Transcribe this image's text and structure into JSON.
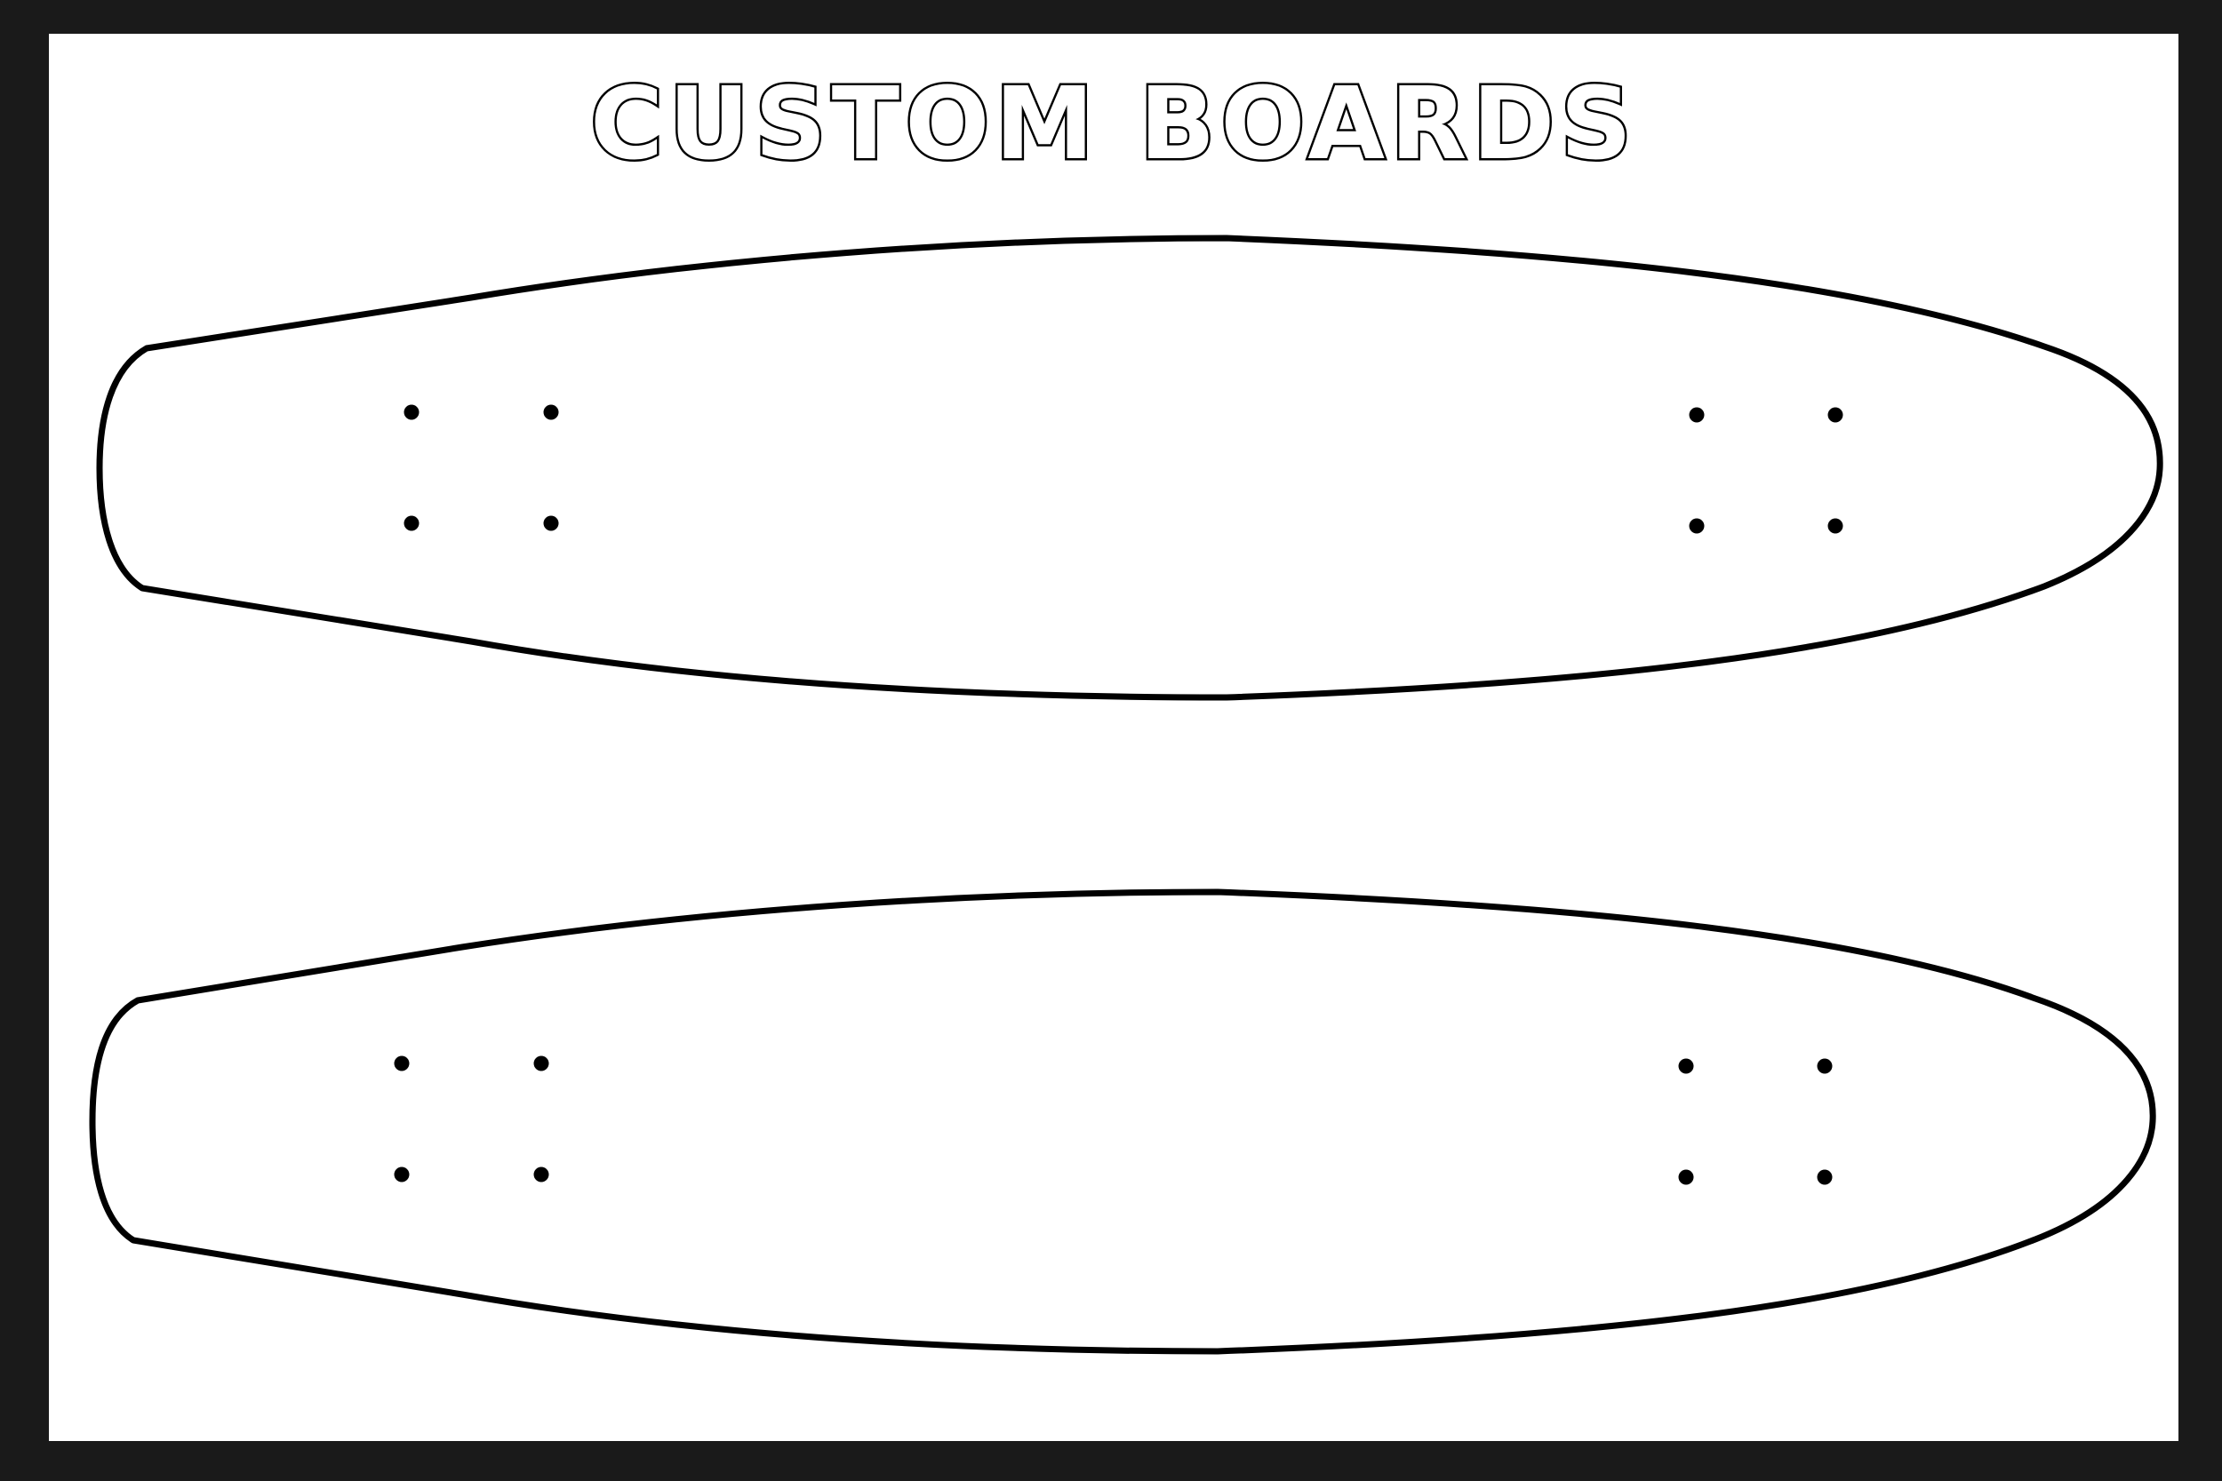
{
  "sheet": {
    "title": "CUSTOM BOARDS",
    "background": "#ffffff",
    "border_color": "#1a1a1a"
  },
  "boards": [
    {
      "name": "board-top",
      "outline_color": "#000000",
      "truck_holes_per_end": 4
    },
    {
      "name": "board-bottom",
      "outline_color": "#000000",
      "truck_holes_per_end": 4
    }
  ]
}
